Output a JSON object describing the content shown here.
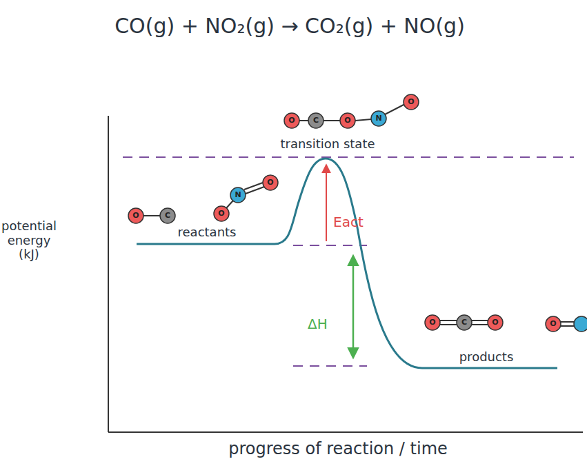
{
  "diagram": {
    "title": "CO(g) + NO₂(g) → CO₂(g) + NO(g)",
    "labels": [
      "transition state",
      "reactants",
      "Eact",
      "ΔH",
      "products",
      "potential energy (kJ)",
      "progress of reaction / time",
      "O",
      "C",
      "O",
      "N",
      "O",
      "O",
      "C",
      "O",
      "N",
      "O",
      "O",
      "C",
      "O",
      "O"
    ]
  }
}
